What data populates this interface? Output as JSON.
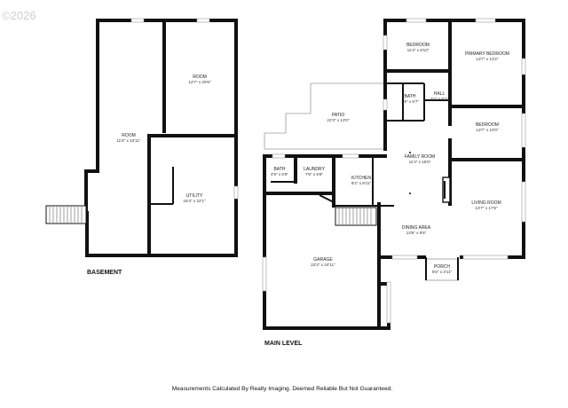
{
  "watermark": "©2026",
  "basement": {
    "caption": "BASEMENT",
    "rooms": [
      {
        "key": "room-upper",
        "name": "ROOM",
        "size": "12'7\" x 20'6\""
      },
      {
        "key": "room-left",
        "name": "ROOM",
        "size": "11'5\" x 42'11\""
      },
      {
        "key": "utility",
        "name": "UTILITY",
        "size": "15'4\" x 22'1\""
      }
    ]
  },
  "main_level": {
    "caption": "MAIN LEVEL",
    "rooms": [
      {
        "key": "bedroom",
        "name": "BEDROOM",
        "size": "11'4\" x 8'10\""
      },
      {
        "key": "primary-bedroom",
        "name": "PRIMARY BEDROOM",
        "size": "13'7\" x 13'2\""
      },
      {
        "key": "bath-upper",
        "name": "BATH",
        "size": "7'9\" x 6'7\""
      },
      {
        "key": "hall",
        "name": "HALL",
        "size": "3'2\" x 8'1\""
      },
      {
        "key": "patio",
        "name": "PATIO",
        "size": "22'3\" x 13'0\""
      },
      {
        "key": "bedroom-2",
        "name": "BEDROOM",
        "size": "13'7\" x 10'0\""
      },
      {
        "key": "family-room",
        "name": "FAMILY ROOM",
        "size": "11'4\" x 15'5\""
      },
      {
        "key": "bath-lower",
        "name": "BATH",
        "size": "4'9\" x 5'9\""
      },
      {
        "key": "laundry",
        "name": "LAUNDRY",
        "size": "7'8\" x 5'8\""
      },
      {
        "key": "kitchen",
        "name": "KITCHEN",
        "size": "9'2\" x 8'11\""
      },
      {
        "key": "living-room",
        "name": "LIVING ROOM",
        "size": "13'7\" x 17'6\""
      },
      {
        "key": "dining-area",
        "name": "DINING AREA",
        "size": "13'8\" x 9'5\""
      },
      {
        "key": "garage",
        "name": "GARAGE",
        "size": "22'3\" x 24'11\""
      },
      {
        "key": "porch",
        "name": "PORCH",
        "size": "5'8\" x 3'11\""
      }
    ]
  },
  "footer": "Measurements Calculated By Realty Imaging.  Deemed Reliable But Not Guaranteed."
}
